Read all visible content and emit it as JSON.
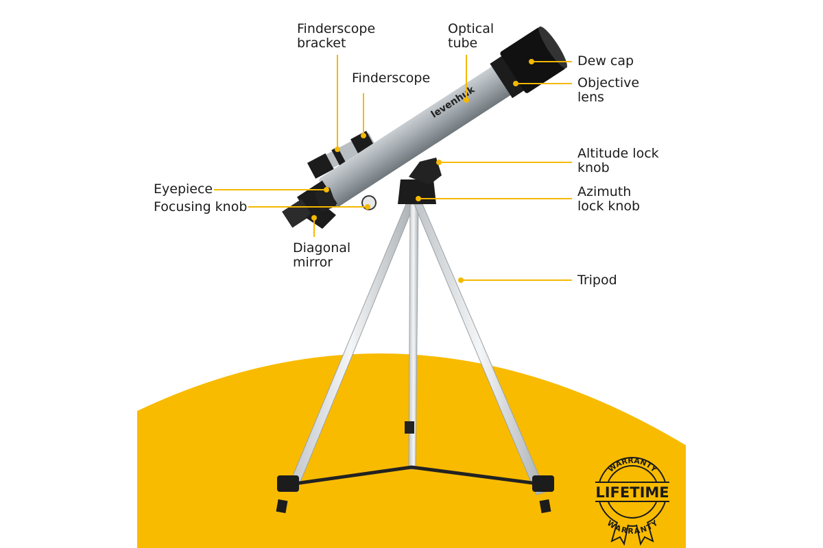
{
  "colors": {
    "accent": "#F8BB00",
    "tube": "#9EA5AA",
    "dark": "#1c1c1c"
  },
  "brand": "levenhuk",
  "labels": {
    "finderscope_bracket": [
      "Finderscope",
      "bracket"
    ],
    "optical_tube": [
      "Optical",
      "tube"
    ],
    "finderscope": [
      "Finderscope"
    ],
    "dew_cap": [
      "Dew cap"
    ],
    "objective_lens": [
      "Objective",
      "lens"
    ],
    "altitude_lock_knob": [
      "Altitude lock",
      "knob"
    ],
    "azimuth_lock_knob": [
      "Azimuth",
      "lock knob"
    ],
    "tripod": [
      "Tripod"
    ],
    "eyepiece": [
      "Eyepiece"
    ],
    "focusing_knob": [
      "Focusing knob"
    ],
    "diagonal_mirror": [
      "Diagonal",
      "mirror"
    ]
  },
  "badge": {
    "top": "WARRANTY",
    "main": "LIFETIME",
    "bottom": "WARRANTY"
  }
}
